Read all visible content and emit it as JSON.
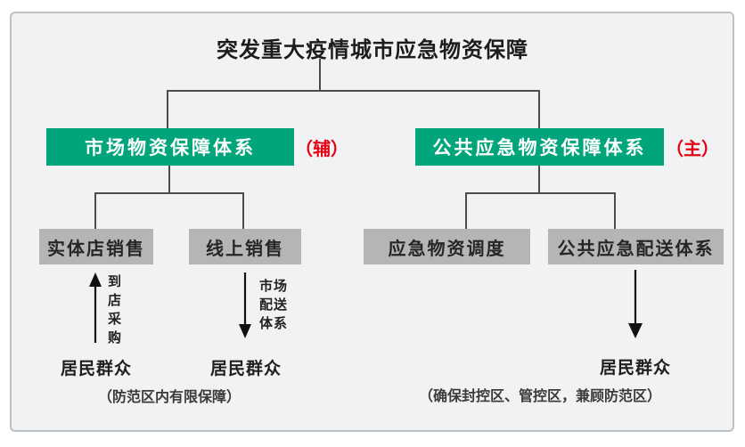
{
  "title": "突发重大疫情城市应急物资保障",
  "systems": {
    "market": {
      "label": "市场物资保障体系",
      "tag": "（辅）"
    },
    "public": {
      "label": "公共应急物资保障体系",
      "tag": "（主）"
    }
  },
  "channels": {
    "store": "实体店销售",
    "online": "线上销售",
    "dispatch": "应急物资调度",
    "delivery": "公共应急配送体系"
  },
  "flows": {
    "store_purchase": "到店采购",
    "market_delivery": "市场配送体系"
  },
  "recipients": {
    "left": "居民群众",
    "middle": "居民群众",
    "right": "居民群众"
  },
  "captions": {
    "left": "（防范区内有限保障）",
    "right": "（确保封控区、管控区，兼顾防范区）"
  },
  "colors": {
    "system_box_green": "#00a57b",
    "channel_box_gray": "#b5b5b5",
    "tag_red": "#e60012",
    "connector_line": "#4d4d4d",
    "arrow_black": "#111111",
    "panel_background": "#f0f2f4"
  }
}
